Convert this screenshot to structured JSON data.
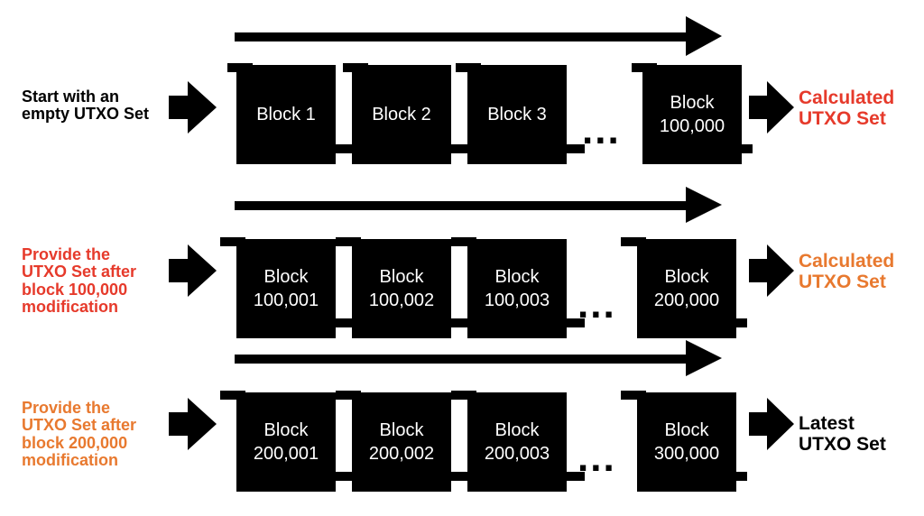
{
  "colors": {
    "red": "#e63a2b",
    "orange": "#e8792f",
    "black": "#000000"
  },
  "rows": [
    {
      "input": [
        "Start with an",
        "empty UTXO Set"
      ],
      "input_color": "#000000",
      "blocks": [
        {
          "l1": "Block 1",
          "l2": ""
        },
        {
          "l1": "Block 2",
          "l2": ""
        },
        {
          "l1": "Block 3",
          "l2": ""
        },
        {
          "l1": "Block",
          "l2": "100,000"
        }
      ],
      "ellipsis": "...",
      "output": [
        "Calculated",
        "UTXO Set"
      ],
      "output_color": "#e63a2b"
    },
    {
      "input": [
        "Provide the",
        "UTXO Set after",
        "block 100,000",
        "modification"
      ],
      "input_color": "#e63a2b",
      "blocks": [
        {
          "l1": "Block",
          "l2": "100,001"
        },
        {
          "l1": "Block",
          "l2": "100,002"
        },
        {
          "l1": "Block",
          "l2": "100,003"
        },
        {
          "l1": "Block",
          "l2": "200,000"
        }
      ],
      "ellipsis": "...",
      "output": [
        "Calculated",
        "UTXO Set"
      ],
      "output_color": "#e8792f"
    },
    {
      "input": [
        "Provide the",
        "UTXO Set after",
        "block 200,000",
        "modification"
      ],
      "input_color": "#e8792f",
      "blocks": [
        {
          "l1": "Block",
          "l2": "200,001"
        },
        {
          "l1": "Block",
          "l2": "200,002"
        },
        {
          "l1": "Block",
          "l2": "200,003"
        },
        {
          "l1": "Block",
          "l2": "300,000"
        }
      ],
      "ellipsis": "...",
      "output": [
        "Latest",
        "UTXO Set"
      ],
      "output_color": "#000000"
    }
  ]
}
